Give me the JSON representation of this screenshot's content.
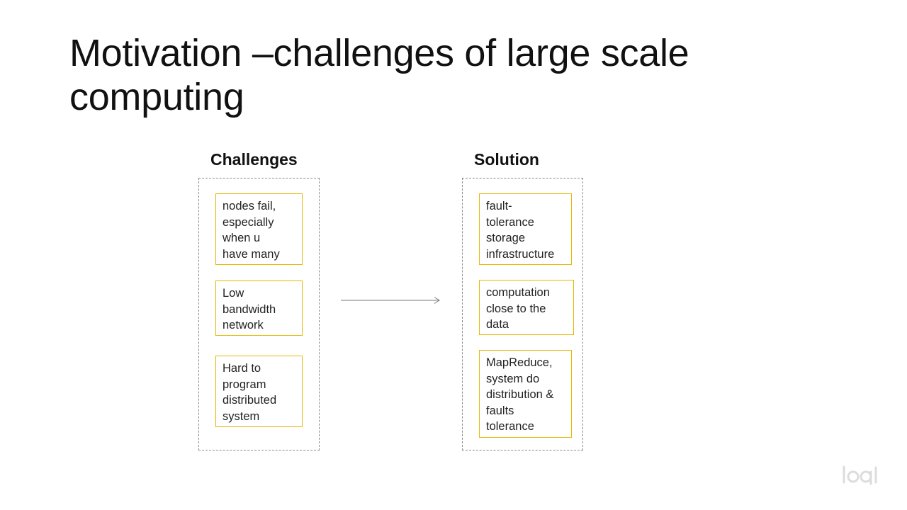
{
  "slide": {
    "title": "Motivation –challenges of large scale computing"
  },
  "challenges": {
    "heading": "Challenges",
    "items": [
      "nodes fail,\nespecially\nwhen u\nhave many",
      "Low\nbandwidth\nnetwork",
      "Hard to\nprogram\ndistributed\nsystem"
    ]
  },
  "solution": {
    "heading": "Solution",
    "items": [
      "fault-\ntolerance\nstorage\ninfrastructure",
      "computation\nclose to the\ndata",
      "MapReduce,\nsystem do\ndistribution &\nfaults\ntolerance"
    ]
  },
  "colors": {
    "card_border": "#e6b800",
    "frame_border": "#8a8a8a",
    "arrow": "#7a7a7a"
  },
  "icons": {
    "arrow": "right-arrow-icon",
    "watermark": "logo-watermark-icon"
  }
}
